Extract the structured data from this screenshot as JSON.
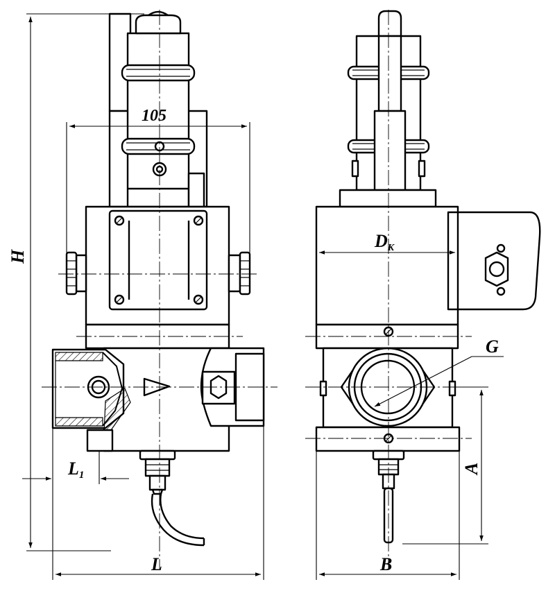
{
  "labels": {
    "dim_105": "105",
    "H": "H",
    "L": "L",
    "L1_main": "L",
    "L1_sub": "1",
    "Dk_main": "D",
    "Dk_sub": "K",
    "G": "G",
    "A": "A",
    "B": "B"
  }
}
